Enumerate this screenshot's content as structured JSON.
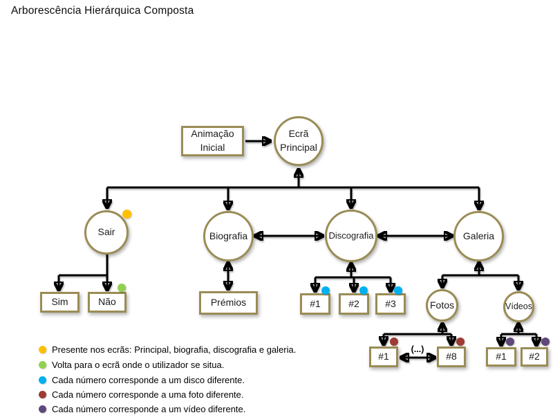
{
  "title": "Arborescência Hierárquica Composta",
  "colors": {
    "node_border": "#9A8C55",
    "arrow": "#000000",
    "yellow": "#FFC000",
    "green": "#92D050",
    "blue": "#00B0F0",
    "dark_red": "#9E3B33",
    "purple": "#5F497A"
  },
  "nodes": {
    "animacao": {
      "label": "Animação Inicial",
      "shape": "rect"
    },
    "ecra": {
      "label": "Ecrã Principal",
      "shape": "circle"
    },
    "sair": {
      "label": "Sair",
      "shape": "circle",
      "dot": "yellow"
    },
    "biografia": {
      "label": "Biografia",
      "shape": "circle"
    },
    "discografia": {
      "label": "Discografia",
      "shape": "circle"
    },
    "galeria": {
      "label": "Galeria",
      "shape": "circle"
    },
    "sim": {
      "label": "Sim",
      "shape": "rect"
    },
    "nao": {
      "label": "Não",
      "shape": "rect",
      "dot": "green"
    },
    "premios": {
      "label": "Prémios",
      "shape": "rect"
    },
    "disco1": {
      "label": "#1",
      "shape": "rect",
      "dot": "blue"
    },
    "disco2": {
      "label": "#2",
      "shape": "rect",
      "dot": "blue"
    },
    "disco3": {
      "label": "#3",
      "shape": "rect",
      "dot": "blue"
    },
    "fotos": {
      "label": "Fotos",
      "shape": "circle"
    },
    "videos": {
      "label": "Vídeos",
      "shape": "circle"
    },
    "foto1": {
      "label": "#1",
      "shape": "rect",
      "dot": "dark_red"
    },
    "foto8": {
      "label": "#8",
      "shape": "rect",
      "dot": "dark_red"
    },
    "video1": {
      "label": "#1",
      "shape": "rect",
      "dot": "purple"
    },
    "video2": {
      "label": "#2",
      "shape": "rect",
      "dot": "purple"
    },
    "ellipsis": {
      "label": "(...)"
    }
  },
  "legend": {
    "items": [
      {
        "color_key": "yellow",
        "text": "Presente nos ecrãs: Principal, biografia, discografia e galeria."
      },
      {
        "color_key": "green",
        "text": "Volta para o ecrã onde o utilizador se situa."
      },
      {
        "color_key": "blue",
        "text": "Cada número corresponde a um disco diferente."
      },
      {
        "color_key": "dark_red",
        "text": "Cada número corresponde a uma foto diferente."
      },
      {
        "color_key": "purple",
        "text": "Cada número corresponde a um vídeo diferente."
      }
    ]
  }
}
